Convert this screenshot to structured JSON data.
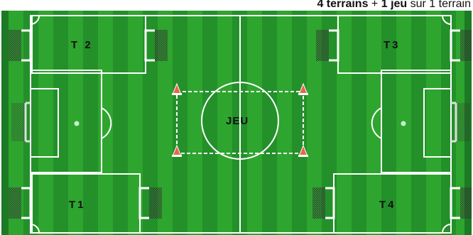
{
  "caption": {
    "count_bold": "4 terrains",
    "plus": " + ",
    "jeu_bold": "1 jeu",
    "rest": " sur 1 terrain"
  },
  "zones": {
    "t1": "T1",
    "t2": "T 2",
    "t3": "T3",
    "t4": "T4",
    "jeu": "JEU"
  },
  "colors": {
    "grass_light": "#2ea52e",
    "grass_dark": "#23902a",
    "border": "#1c7a24",
    "lines": "#ffffff",
    "cone": "#e8664a"
  },
  "icons": [
    "goal-net-icon",
    "cone-icon"
  ]
}
